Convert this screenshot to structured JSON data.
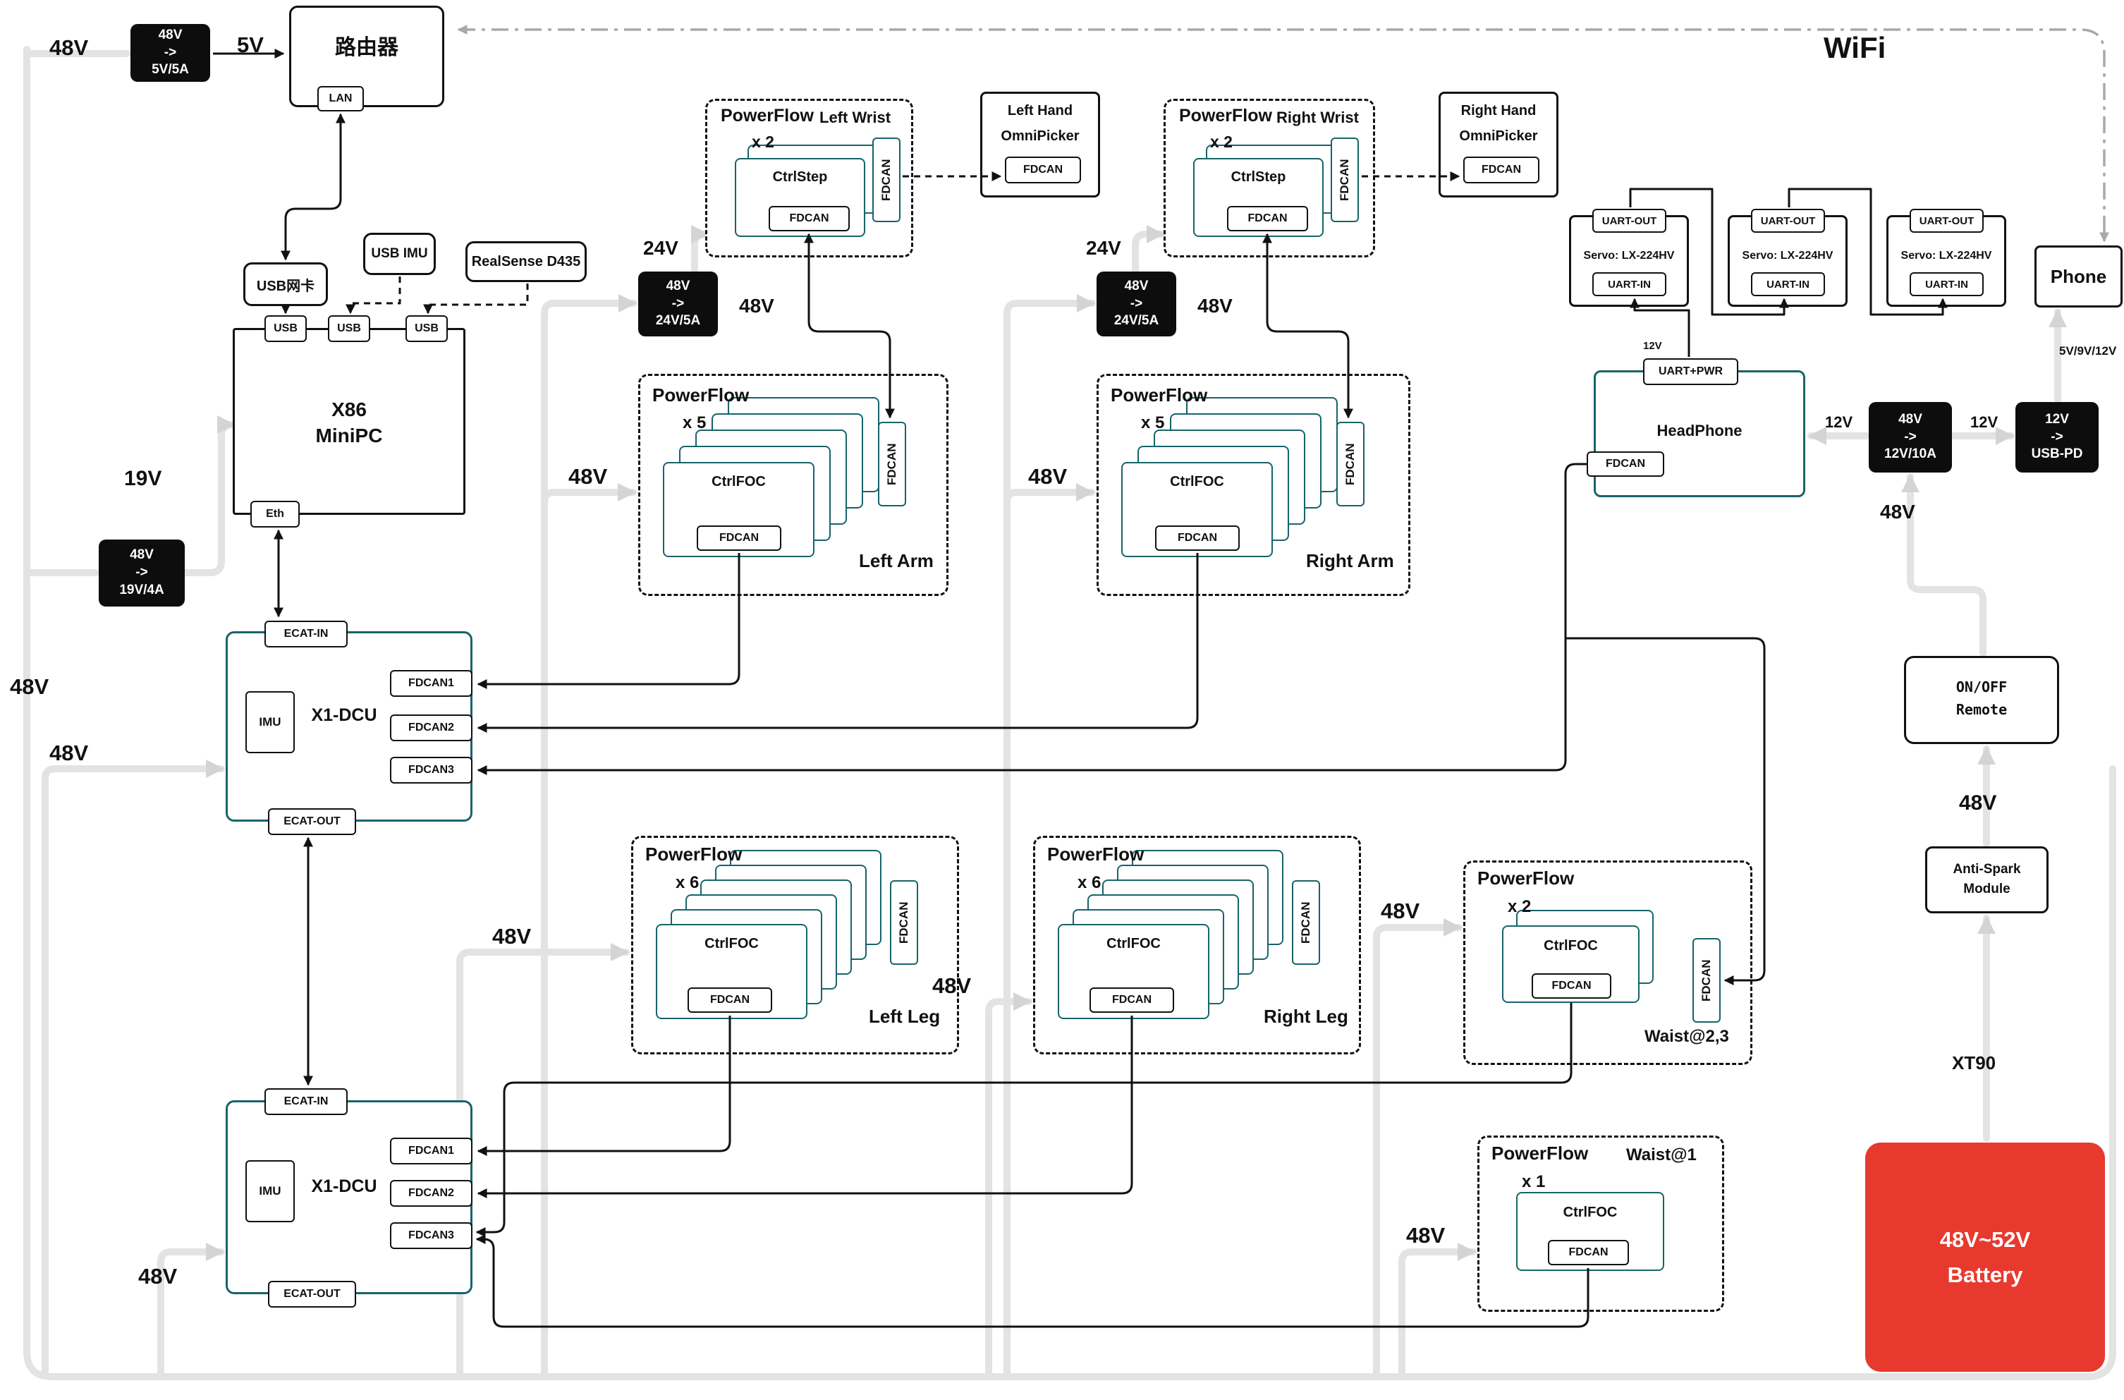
{
  "colors": {
    "teal": "#17646a",
    "power_line": "#e3e3e3",
    "battery_red": "#e8392e",
    "converter_black": "#0d0d0d"
  },
  "labels": {
    "v48_top": "48V",
    "v5": "5V",
    "wifi": "WiFi",
    "v19": "19V",
    "v48_edge": "48V",
    "v48_dcu1": "48V",
    "v48_dcu2": "48V",
    "v24_l": "24V",
    "v48_wrist_l": "48V",
    "v24_r": "24V",
    "v48_wrist_r": "48V",
    "v48_arm_l": "48V",
    "v48_arm_r": "48V",
    "v48_leg_l": "48V",
    "v48_leg_r": "48V",
    "v48_waist23": "48V",
    "v48_waist1": "48V",
    "v12_in": "12V",
    "v12_out": "12V",
    "v12_servo": "12V",
    "v48_c12": "48V",
    "v48_remote": "48V",
    "phone_pwr": "5V/9V/12V",
    "xt90": "XT90"
  },
  "converters": {
    "c5": [
      "48V",
      "->",
      "5V/5A"
    ],
    "c19": [
      "48V",
      "->",
      "19V/4A"
    ],
    "c24l": [
      "48V",
      "->",
      "24V/5A"
    ],
    "c24r": [
      "48V",
      "->",
      "24V/5A"
    ],
    "c12": [
      "48V",
      "->",
      "12V/10A"
    ],
    "cusb": [
      "12V",
      "->",
      "USB-PD"
    ]
  },
  "router": {
    "title": "路由器",
    "port": "LAN"
  },
  "peripherals": {
    "usb_nic": "USB网卡",
    "usb_imu": "USB IMU",
    "realsense": "RealSense D435"
  },
  "minipc": {
    "line1": "X86",
    "line2": "MiniPC",
    "usb": "USB",
    "eth": "Eth"
  },
  "dcu": {
    "title": "X1-DCU",
    "ecat_in": "ECAT-IN",
    "ecat_out": "ECAT-OUT",
    "imu": "IMU",
    "fdcan1": "FDCAN1",
    "fdcan2": "FDCAN2",
    "fdcan3": "FDCAN3"
  },
  "powerflow": {
    "left_wrist": {
      "title": "PowerFlow",
      "count": "x 2",
      "name": "Left Wrist",
      "ctrl": "CtrlStep",
      "fdcan": "FDCAN",
      "tab": "FDCAN"
    },
    "right_wrist": {
      "title": "PowerFlow",
      "count": "x 2",
      "name": "Right Wrist",
      "ctrl": "CtrlStep",
      "fdcan": "FDCAN",
      "tab": "FDCAN"
    },
    "left_arm": {
      "title": "PowerFlow",
      "count": "x 5",
      "name": "Left Arm",
      "ctrl": "CtrlFOC",
      "fdcan": "FDCAN",
      "tab": "FDCAN"
    },
    "right_arm": {
      "title": "PowerFlow",
      "count": "x 5",
      "name": "Right Arm",
      "ctrl": "CtrlFOC",
      "fdcan": "FDCAN",
      "tab": "FDCAN"
    },
    "left_leg": {
      "title": "PowerFlow",
      "count": "x 6",
      "name": "Left Leg",
      "ctrl": "CtrlFOC",
      "fdcan": "FDCAN",
      "tab": "FDCAN"
    },
    "right_leg": {
      "title": "PowerFlow",
      "count": "x 6",
      "name": "Right Leg",
      "ctrl": "CtrlFOC",
      "fdcan": "FDCAN",
      "tab": "FDCAN"
    },
    "waist23": {
      "title": "PowerFlow",
      "count": "x 2",
      "name": "Waist@2,3",
      "ctrl": "CtrlFOC",
      "fdcan": "FDCAN",
      "tab": "FDCAN"
    },
    "waist1": {
      "title": "PowerFlow",
      "count": "x 1",
      "name": "Waist@1",
      "ctrl": "CtrlFOC",
      "fdcan": "FDCAN"
    }
  },
  "hands": {
    "left": {
      "line1": "Left Hand",
      "line2": "OmniPicker",
      "fdcan": "FDCAN"
    },
    "right": {
      "line1": "Right Hand",
      "line2": "OmniPicker",
      "fdcan": "FDCAN"
    }
  },
  "servo": {
    "uart_out": "UART-OUT",
    "name": "Servo: LX-224HV",
    "uart_in": "UART-IN"
  },
  "headphone": {
    "uart_pwr": "UART+PWR",
    "name": "HeadPhone",
    "fdcan": "FDCAN"
  },
  "phone": {
    "title": "Phone"
  },
  "remote": {
    "line1": "ON/OFF",
    "line2": "Remote"
  },
  "antispark": {
    "line1": "Anti-Spark",
    "line2": "Module"
  },
  "battery": {
    "line1": "48V~52V",
    "line2": "Battery"
  }
}
